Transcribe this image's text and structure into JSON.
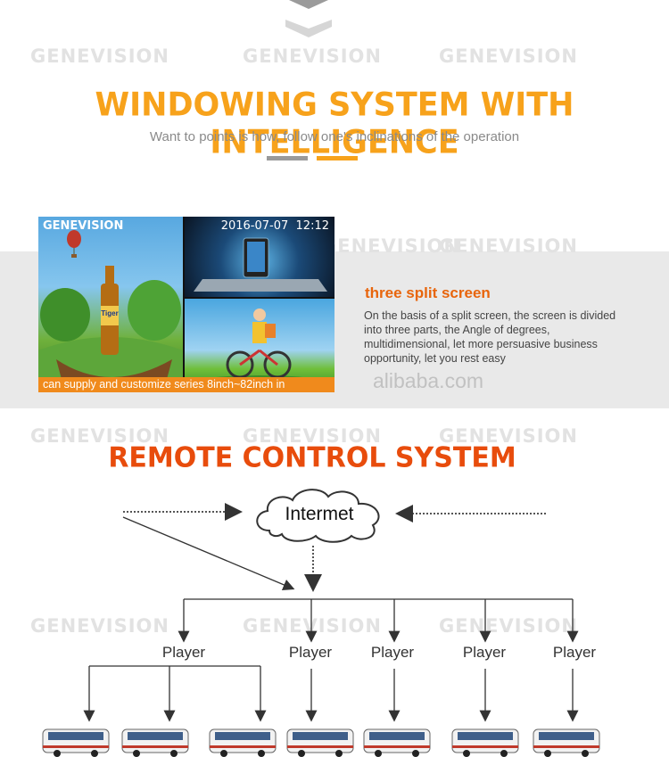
{
  "brand": "GENEVISION",
  "header": {
    "title": "WINDOWING SYSTEM WITH INTELLIGENCE",
    "subtitle": "Want to points is how, follow one's inclinations of the operation",
    "accent_orange": "#f7a21b",
    "accent_gray": "#9a9a9a"
  },
  "split_section": {
    "image_logo": "GENEVISION",
    "timestamp": "2016-07-07  12:12",
    "beer_label": "Tiger",
    "ticker": "can supply and customize series 8inch~82inch in",
    "heading": "three split screen",
    "heading_color": "#e8650c",
    "description": "On the basis of a split screen, the screen is divided into three parts, the Angle of degrees, multidimensional, let more persuasive business opportunity, let you rest easy",
    "watermark_url": "alibaba.com"
  },
  "remote": {
    "title": "REMOTE CONTROL SYSTEM",
    "title_color": "#e84c0c",
    "cloud_label": "Intermet",
    "players": [
      "Player",
      "Player",
      "Player",
      "Player",
      "Player"
    ]
  },
  "icons": [
    "cloud-icon",
    "bus-icon"
  ]
}
